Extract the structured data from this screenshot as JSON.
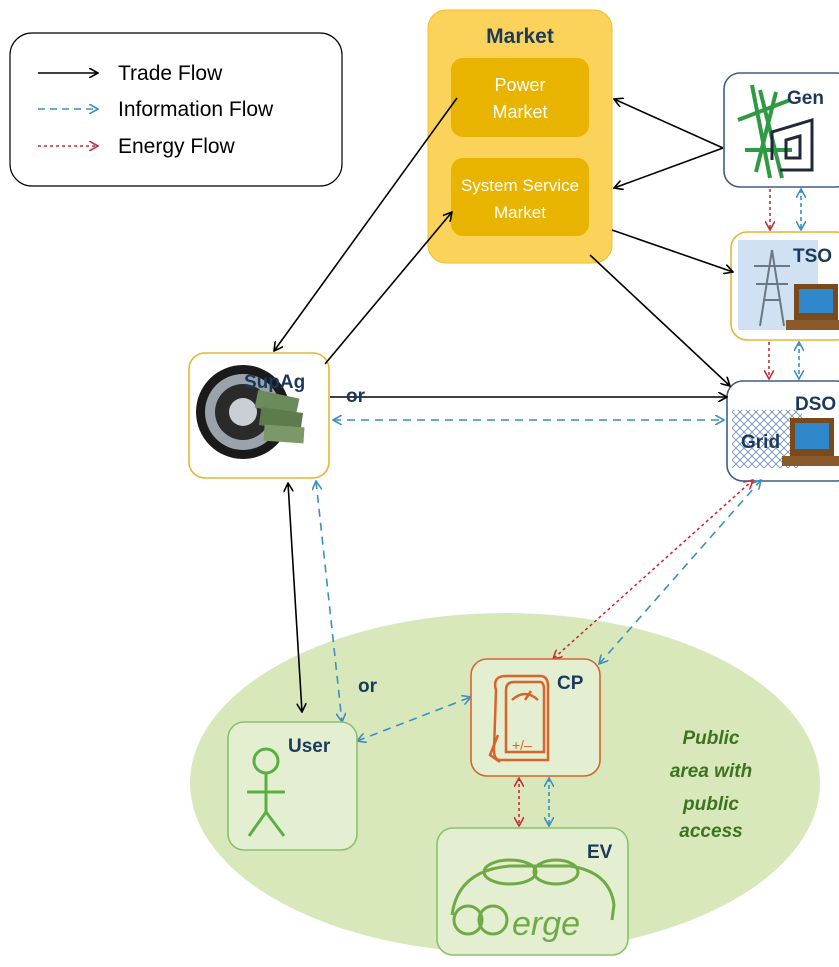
{
  "legend": {
    "items": [
      {
        "label": "Trade Flow",
        "color": "#000000",
        "style": "solid"
      },
      {
        "label": "Information Flow",
        "color": "#3a8fc4",
        "style": "dashed"
      },
      {
        "label": "Energy Flow",
        "color": "#c0303a",
        "style": "dotted"
      }
    ]
  },
  "market": {
    "title": "Market",
    "power_line1": "Power",
    "power_line2": "Market",
    "service_line1": "System Service",
    "service_line2": "Market"
  },
  "nodes": {
    "gen": "Gen",
    "tso": "TSO",
    "dso": "DSO",
    "grid": "Grid",
    "supag": "SupAg",
    "user": "User",
    "cp": "CP",
    "cp_symbol": "+/–",
    "ev": "EV",
    "ev_brand": "erge"
  },
  "annotations": {
    "or_top": "or",
    "or_bottom": "or"
  },
  "public_area": {
    "line1": "Public",
    "line2": "area with",
    "line3": "public",
    "line4": "access"
  },
  "colors": {
    "market_outer": "#fbd35a",
    "market_inner": "#e8b400",
    "node_border_blue": "#3d5f84",
    "node_border_yellow": "#e3b730",
    "public_area": "#d8e8bb",
    "user_green": "#58b043",
    "cp_orange": "#d8632d",
    "text_navy": "#1b3a5b",
    "text_green": "#3d7420"
  }
}
